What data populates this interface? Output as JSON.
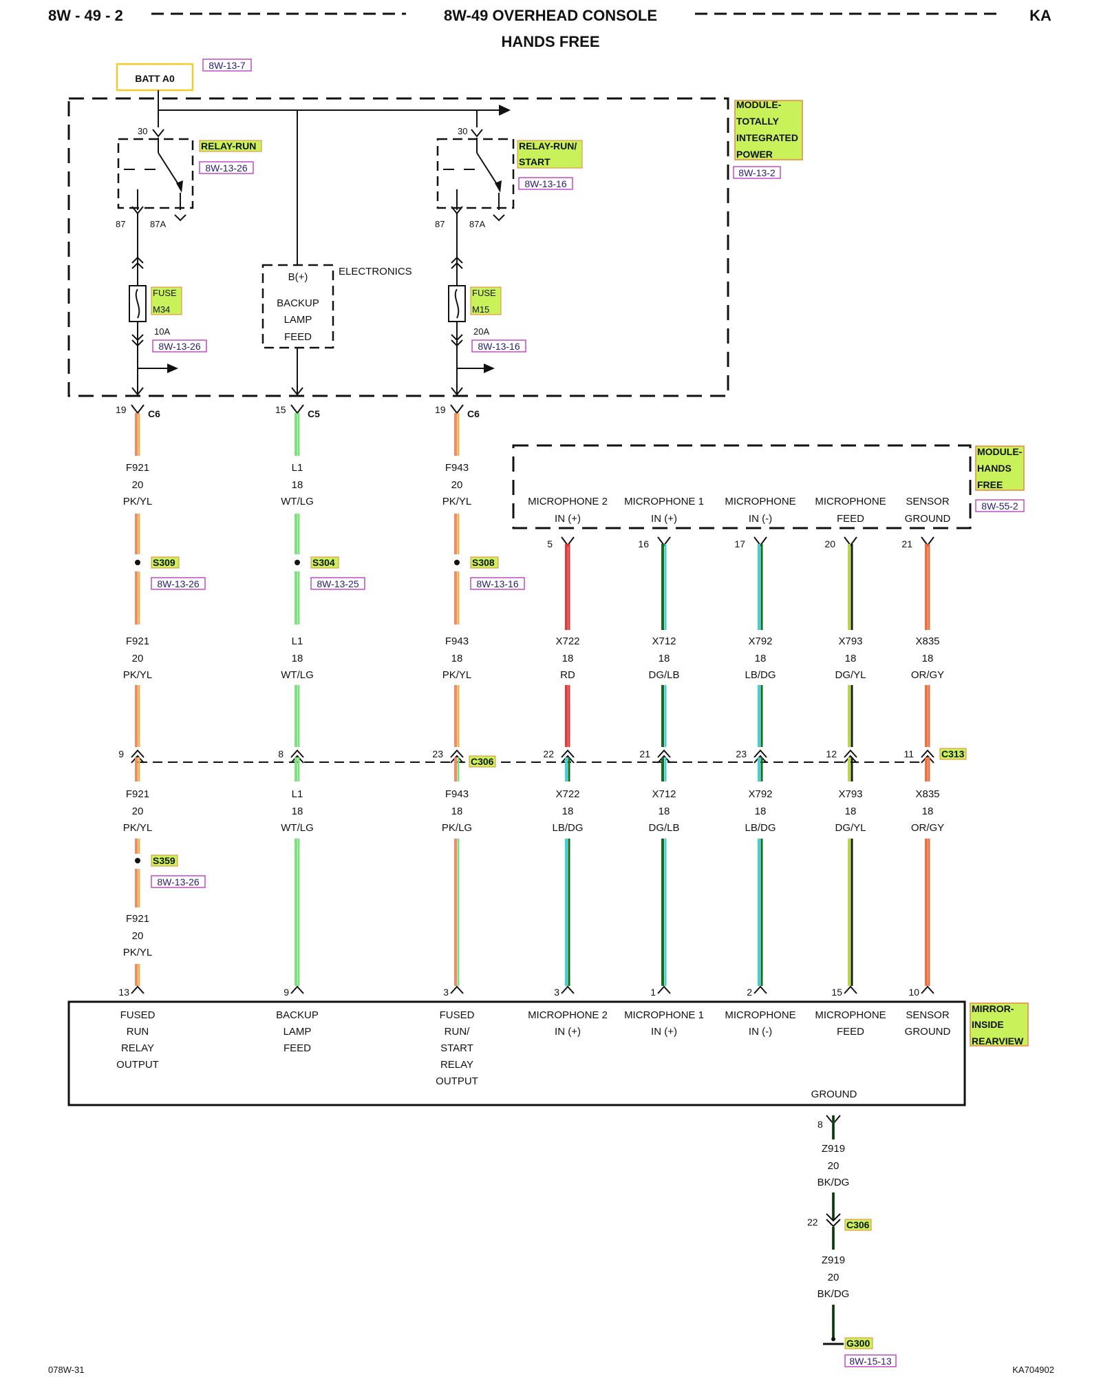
{
  "header": {
    "page_id": "8W - 49 - 2",
    "title": "8W-49 OVERHEAD CONSOLE",
    "subtitle": "HANDS FREE",
    "corner": "KA"
  },
  "footer": {
    "left": "078W-31",
    "right": "KA704902"
  },
  "batt": {
    "label": "BATT A0",
    "ref": "8W-13-7"
  },
  "tipm": {
    "label_lines": [
      "MODULE-",
      "TOTALLY",
      "INTEGRATED",
      "POWER"
    ],
    "ref": "8W-13-2"
  },
  "relay_run": {
    "label": "RELAY-RUN",
    "ref": "8W-13-26",
    "pin_top": "30",
    "pin_87": "87",
    "pin_87a": "87A"
  },
  "relay_run_start": {
    "label_lines": [
      "RELAY-RUN/",
      "START"
    ],
    "ref": "8W-13-16",
    "pin_top": "30",
    "pin_87": "87",
    "pin_87a": "87A"
  },
  "fuse_m34": {
    "label_lines": [
      "FUSE",
      "M34"
    ],
    "rating": "10A",
    "ref": "8W-13-26"
  },
  "fuse_m15": {
    "label_lines": [
      "FUSE",
      "M15"
    ],
    "rating": "20A",
    "ref": "8W-13-16"
  },
  "backup_box": {
    "lines": [
      "B(+)",
      "BACKUP",
      "LAMP",
      "FEED"
    ],
    "side_label": "ELECTRONICS"
  },
  "hands_free": {
    "label_lines": [
      "MODULE-",
      "HANDS",
      "FREE"
    ],
    "ref": "8W-55-2",
    "pins": [
      {
        "num": "5",
        "lines": [
          "MICROPHONE 2",
          "IN (+)"
        ]
      },
      {
        "num": "16",
        "lines": [
          "MICROPHONE 1",
          "IN (+)"
        ]
      },
      {
        "num": "17",
        "lines": [
          "MICROPHONE",
          "IN (-)"
        ]
      },
      {
        "num": "20",
        "lines": [
          "MICROPHONE",
          "FEED"
        ]
      },
      {
        "num": "21",
        "lines": [
          "SENSOR",
          "GROUND"
        ]
      }
    ]
  },
  "upper_connectors": [
    {
      "pin": "19",
      "conn": "C6"
    },
    {
      "pin": "15",
      "conn": "C5"
    },
    {
      "pin": "19",
      "conn": "C6"
    }
  ],
  "wires_row1": [
    {
      "circuit": "F921",
      "gauge": "20",
      "color": "PK/YL"
    },
    {
      "circuit": "L1",
      "gauge": "18",
      "color": "WT/LG"
    },
    {
      "circuit": "F943",
      "gauge": "20",
      "color": "PK/YL"
    }
  ],
  "splices_row1": [
    {
      "name": "S309",
      "ref": "8W-13-26"
    },
    {
      "name": "S304",
      "ref": "8W-13-25"
    },
    {
      "name": "S308",
      "ref": "8W-13-16"
    }
  ],
  "wires_row2": [
    {
      "circuit": "F921",
      "gauge": "20",
      "color": "PK/YL"
    },
    {
      "circuit": "L1",
      "gauge": "18",
      "color": "WT/LG"
    },
    {
      "circuit": "F943",
      "gauge": "18",
      "color": "PK/YL"
    },
    {
      "circuit": "X722",
      "gauge": "18",
      "color": "RD"
    },
    {
      "circuit": "X712",
      "gauge": "18",
      "color": "DG/LB"
    },
    {
      "circuit": "X792",
      "gauge": "18",
      "color": "LB/DG"
    },
    {
      "circuit": "X793",
      "gauge": "18",
      "color": "DG/YL"
    },
    {
      "circuit": "X835",
      "gauge": "18",
      "color": "OR/GY"
    }
  ],
  "inline_connectors": {
    "pins": [
      "9",
      "8",
      "23",
      "22",
      "21",
      "23",
      "12",
      "11"
    ],
    "c306": "C306",
    "c313": "C313"
  },
  "wires_row3": [
    {
      "circuit": "F921",
      "gauge": "20",
      "color": "PK/YL"
    },
    {
      "circuit": "L1",
      "gauge": "18",
      "color": "WT/LG"
    },
    {
      "circuit": "F943",
      "gauge": "18",
      "color": "PK/LG"
    },
    {
      "circuit": "X722",
      "gauge": "18",
      "color": "LB/DG"
    },
    {
      "circuit": "X712",
      "gauge": "18",
      "color": "DG/LB"
    },
    {
      "circuit": "X792",
      "gauge": "18",
      "color": "LB/DG"
    },
    {
      "circuit": "X793",
      "gauge": "18",
      "color": "DG/YL"
    },
    {
      "circuit": "X835",
      "gauge": "18",
      "color": "OR/GY"
    }
  ],
  "splice_s359": {
    "name": "S359",
    "ref": "8W-13-26"
  },
  "wire_row4": {
    "circuit": "F921",
    "gauge": "20",
    "color": "PK/YL"
  },
  "mirror": {
    "label_lines": [
      "MIRROR-",
      "INSIDE",
      "REARVIEW"
    ],
    "pins": [
      {
        "num": "13",
        "lines": [
          "FUSED",
          "RUN",
          "RELAY",
          "OUTPUT"
        ]
      },
      {
        "num": "9",
        "lines": [
          "BACKUP",
          "LAMP",
          "FEED"
        ]
      },
      {
        "num": "3",
        "lines": [
          "FUSED",
          "RUN/",
          "START",
          "RELAY",
          "OUTPUT"
        ]
      },
      {
        "num": "3",
        "lines": [
          "MICROPHONE 2",
          "IN (+)"
        ]
      },
      {
        "num": "1",
        "lines": [
          "MICROPHONE 1",
          "IN (+)"
        ]
      },
      {
        "num": "2",
        "lines": [
          "MICROPHONE",
          "IN (-)"
        ]
      },
      {
        "num": "15",
        "lines": [
          "MICROPHONE",
          "FEED"
        ]
      },
      {
        "num": "10",
        "lines": [
          "SENSOR",
          "GROUND"
        ]
      }
    ],
    "ground_label": "GROUND"
  },
  "ground_circuit": {
    "pin": "8",
    "wire1": {
      "circuit": "Z919",
      "gauge": "20",
      "color": "BK/DG"
    },
    "conn_pin": "22",
    "conn": "C306",
    "wire2": {
      "circuit": "Z919",
      "gauge": "20",
      "color": "BK/DG"
    },
    "ground": "G300",
    "ground_ref": "8W-15-13"
  },
  "colors": {
    "label_highlight": "#c9f25a",
    "label_border": "#e8873a",
    "batt_border": "#f2cc2a",
    "ref_border": "#c44ac4",
    "pk": "#f08a6a",
    "yl": "#e6b84a",
    "wt_lg": "#7fe07f",
    "rd": "#e63a3a",
    "dg": "#1a6a1a",
    "lb": "#40d0d8",
    "dg_yl": "#b8d84a",
    "or": "#f07040",
    "bk": "#1a1a1a"
  }
}
